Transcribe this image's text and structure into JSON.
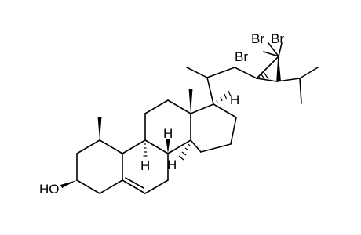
{
  "molecule": {
    "labels": {
      "hydroxyl": "HO",
      "h9": "H",
      "h8": "H",
      "h14": "H",
      "h17": "H",
      "br1": "Br",
      "br2": "Br",
      "br3": "Br"
    }
  }
}
